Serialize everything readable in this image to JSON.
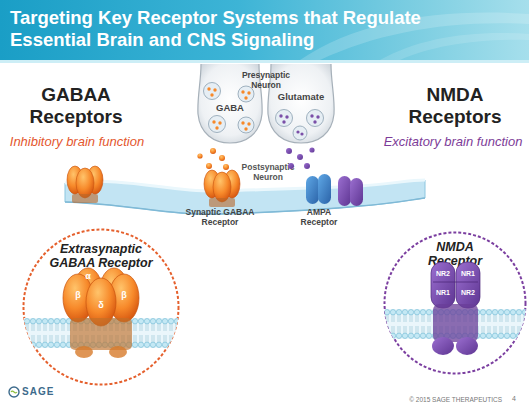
{
  "diagram": {
    "title": "Targeting Key Receptor Systems that Regulate Essential Brain and CNS Signaling",
    "nodes": [
      {
        "text": [
          "GABA"
        ]
      },
      {
        "text": [
          "Glutamate"
        ]
      },
      {
        "text": [
          "Postsynaptic Neuron"
        ]
      },
      {
        "text": [
          "Extrasynaptic GABAA Receptor"
        ]
      },
      {
        "text": [
          "NMDA Receptor"
        ]
      }
    ],
    "labels": [
      "GABAA Receptors",
      "Inhibitory brain function",
      "NMDA Receptors",
      "Excitatory brain function",
      "Presynaptic Neuron",
      "Synaptic GABAA Receptor",
      "AMPA Receptor",
      "β",
      "α",
      "δ",
      "β",
      "NR2",
      "NR1",
      "NR1",
      "NR2",
      "SAGE",
      "© 2015 SAGE THERAPEUTICS",
      "4"
    ]
  }
}
